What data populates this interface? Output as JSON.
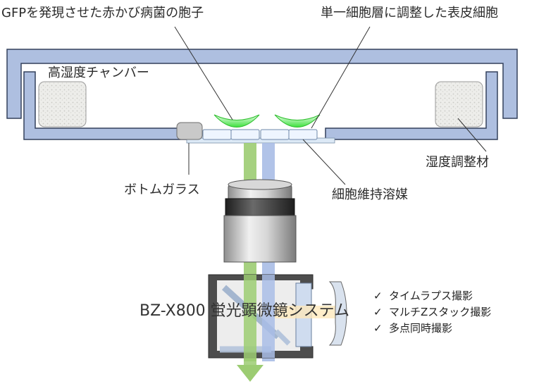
{
  "labels": {
    "spore": "GFPを発現させた赤かび病菌の胞子",
    "epidermis": "単一細胞層に調整した表皮細胞",
    "chamber": "高湿度チャンバー",
    "humidity_material": "湿度調整材",
    "bottom_glass": "ボトムガラス",
    "medium": "細胞維持溶媒",
    "system": "BZ-X800 蛍光顕微鏡システム"
  },
  "features": [
    "タイムラプス撮影",
    "マルチZスタック撮影",
    "多点同時撮影"
  ],
  "check_glyph": "✓",
  "colors": {
    "chamber_fill": "#aebfe0",
    "chamber_stroke": "#33415c",
    "gfp_green": "#7ff07f",
    "beam_green": "#9ccc72",
    "beam_blue": "#a9bde6",
    "glass": "#dce9f6",
    "objective_dark": "#333333",
    "sponge": "#e8e8e4"
  }
}
